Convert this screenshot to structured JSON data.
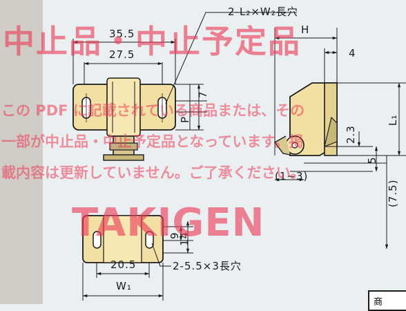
{
  "colors": {
    "background": "#eaf0f1",
    "part": "#f1dfa4",
    "part_shadow": "#c9b77a",
    "line": "#1a1a1a",
    "watermark": "#ec3a56"
  },
  "dimensions": {
    "slot_top": "2-L₂×W₂長穴",
    "width_total": "35.5",
    "width_holes": "27.5",
    "P": "P",
    "seven": "7",
    "H": "H",
    "four": "4",
    "L1": "L₁",
    "two_three": "2.3",
    "five": "5",
    "range": "(1~3)",
    "seven_five": "(7.5)",
    "nine": "9",
    "fourteen": "14",
    "twenty_five": "20.5",
    "slot_bottom": "2-5.5×3長穴",
    "W1": "W₁",
    "box_label": "商"
  },
  "watermark": {
    "headline": "中止品・中止予定品",
    "line1": "この PDF に記載されている商品または、その",
    "line2": "一部が中止品・中止予定品となっています。掲",
    "line3": "載内容は更新していません。ご了承ください。",
    "brand": "TAKIGEN"
  }
}
